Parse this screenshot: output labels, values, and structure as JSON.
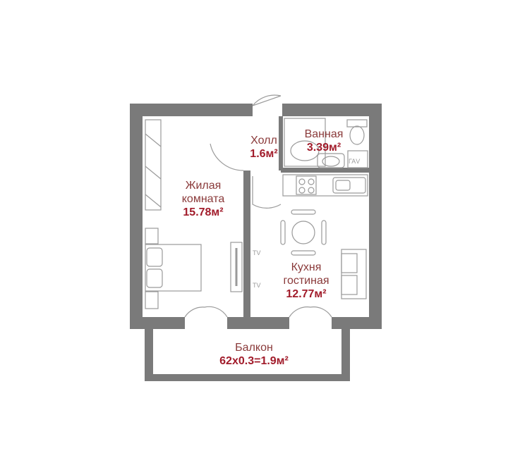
{
  "rooms": [
    {
      "id": "living",
      "name_line1": "Жилая",
      "name_line2": "комната",
      "area": "15.78м²"
    },
    {
      "id": "hall",
      "name_line1": "Холл",
      "name_line2": "",
      "area": "1.6м²"
    },
    {
      "id": "bath",
      "name_line1": "Ванная",
      "name_line2": "",
      "area": "3.39м²"
    },
    {
      "id": "kitchen",
      "name_line1": "Кухня",
      "name_line2": "гостиная",
      "area": "12.77м²"
    },
    {
      "id": "balcony",
      "name_line1": "Балкон",
      "name_line2": "",
      "area": "62x0.3=1.9м²"
    }
  ],
  "appliance_labels": {
    "tv": "TV",
    "washer": "ГАV"
  },
  "colors": {
    "wall": "#7a7a7a",
    "furniture": "#9a9a9a",
    "room_name": "#8a3a3a",
    "room_area": "#a11b2a"
  }
}
